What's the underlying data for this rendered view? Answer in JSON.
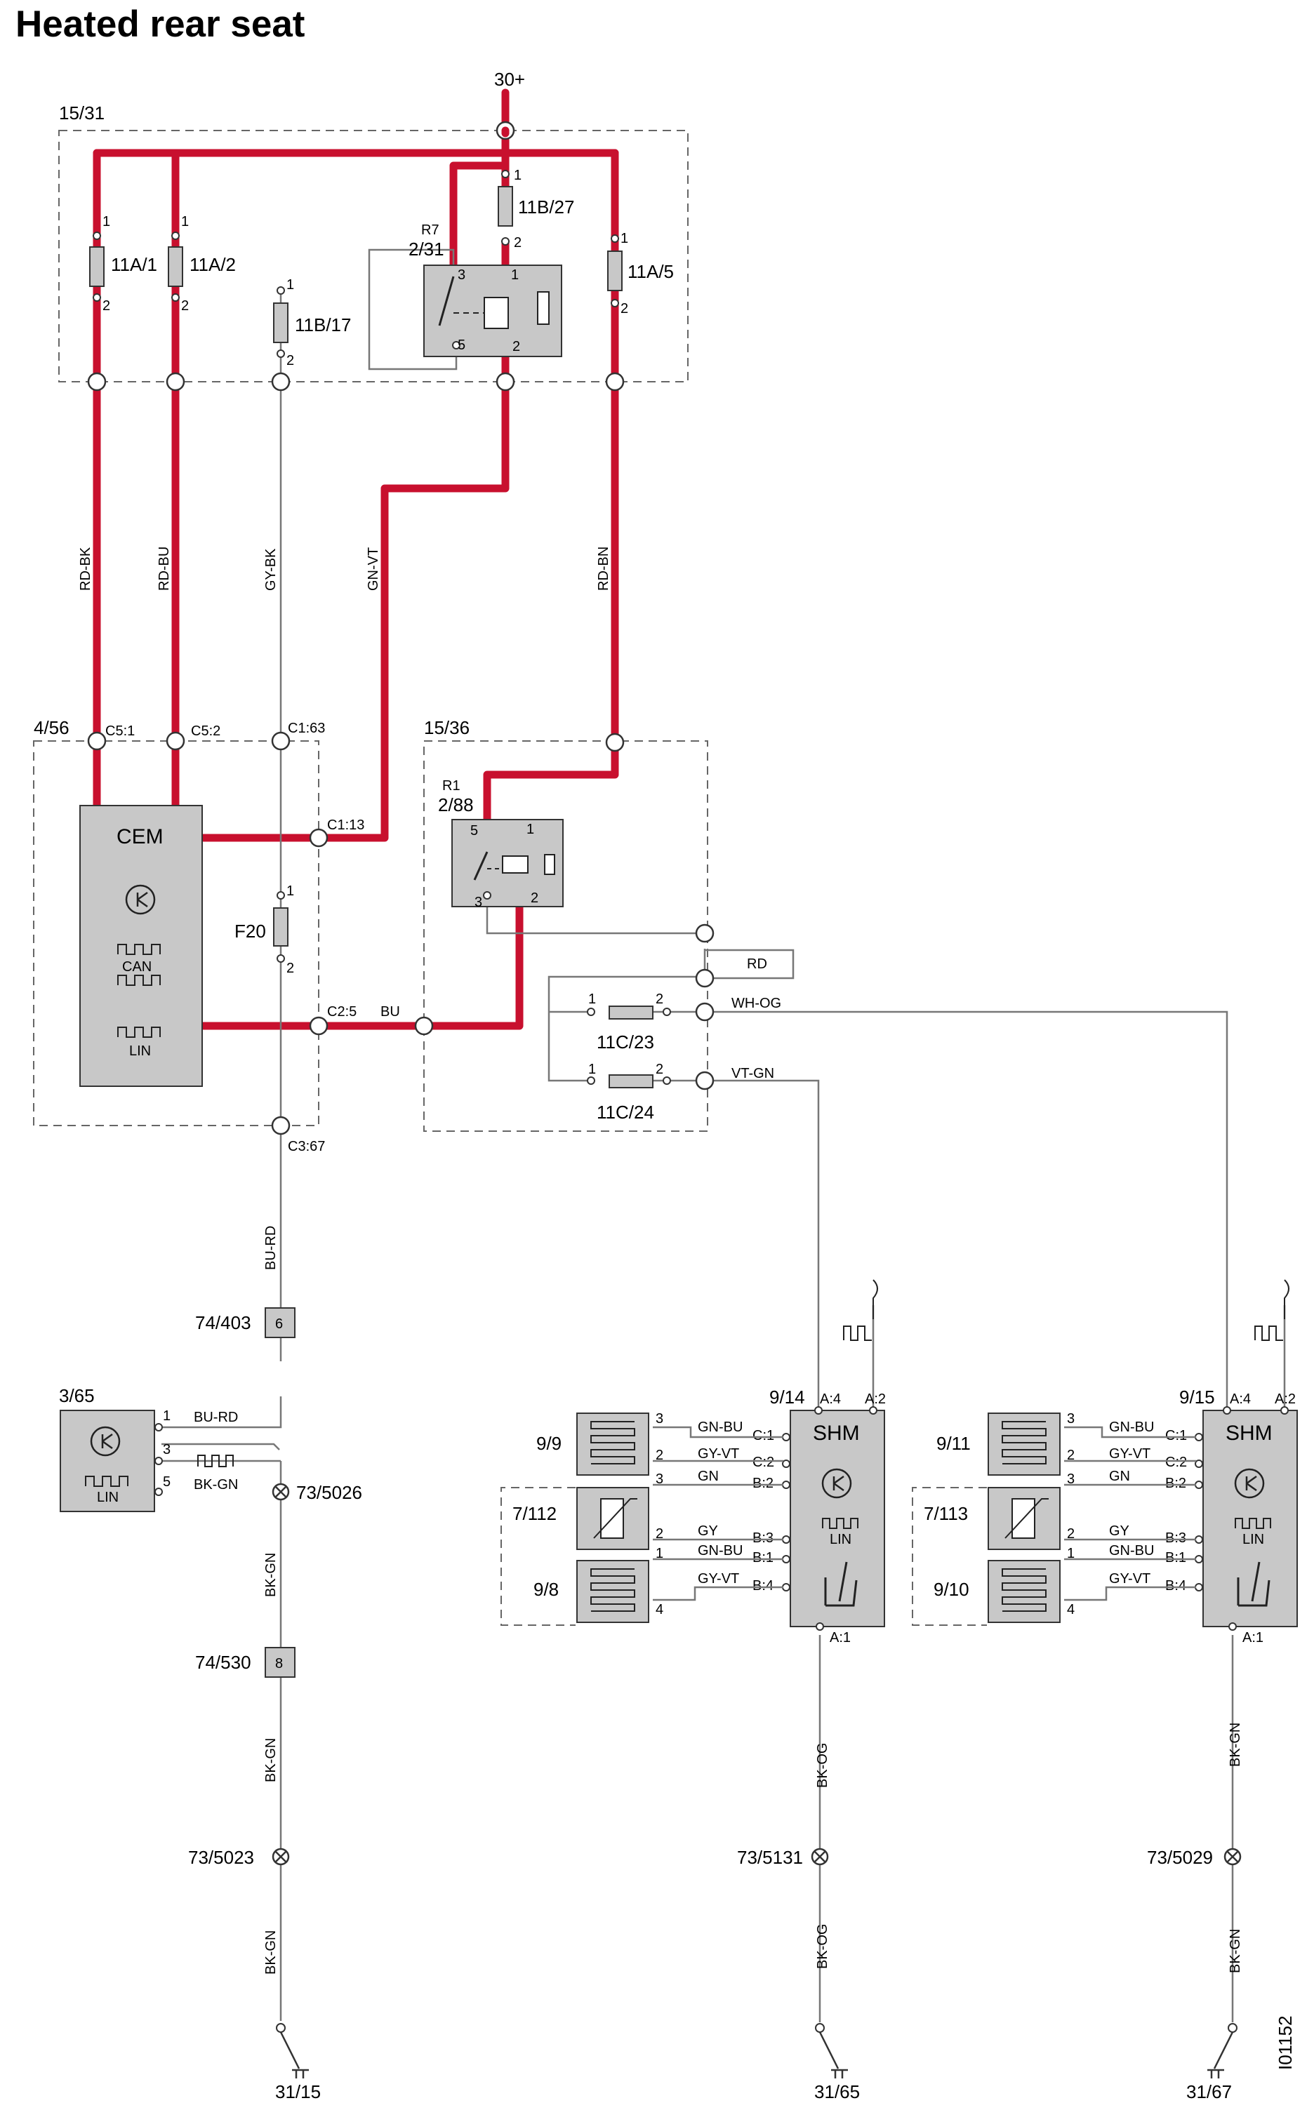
{
  "title": "Heated rear seat",
  "supply": "30+",
  "figure_id": "I01152",
  "boxes": {
    "fuse_box_1": "15/31",
    "cem_box": "4/56",
    "fuse_box_2": "15/36"
  },
  "fuses": {
    "f1": "11A/1",
    "f2": "11A/2",
    "f3": "11B/17",
    "f4": "11B/27",
    "f5": "11A/5",
    "f6": "F20",
    "f7": "11C/23",
    "f8": "11C/24"
  },
  "relays": {
    "r7_label": "R7",
    "r7_id": "2/31",
    "r1_label": "R1",
    "r1_id": "2/88"
  },
  "wires": {
    "w1": "RD-BK",
    "w2": "RD-BU",
    "w3": "GY-BK",
    "w4": "GN-VT",
    "w5": "RD-BN",
    "w6": "BU",
    "w7": "RD",
    "w8": "WH-OG",
    "w9": "VT-GN",
    "w10": "BU-RD",
    "w11": "BU-RD",
    "w12": "BK-GN",
    "w13": "BK-GN",
    "w14": "BK-GN",
    "w15": "BK-GN",
    "w16": "BK-OG",
    "w17": "BK-OG",
    "w18": "BK-GN",
    "w19": "BK-GN",
    "seat_l": [
      "GN-BU",
      "GY-VT",
      "GN",
      "GY",
      "GN-BU",
      "GY-VT"
    ],
    "seat_r": [
      "GN-BU",
      "GY-VT",
      "GN",
      "GY",
      "GN-BU",
      "GY-VT"
    ]
  },
  "cem": {
    "name": "CEM",
    "can": "CAN",
    "lin": "LIN",
    "c5_1": "C5:1",
    "c5_2": "C5:2",
    "c1_63": "C1:63",
    "c1_13": "C1:13",
    "c2_5": "C2:5",
    "c3_67": "C3:67"
  },
  "connectors": {
    "c1": "74/403",
    "c1_pin": "6",
    "c2": "74/530",
    "c2_pin": "8"
  },
  "module_365": {
    "id": "3/65",
    "lin": "LIN",
    "pins": [
      "1",
      "3",
      "5"
    ]
  },
  "grounds": {
    "g1": "73/5026",
    "g2": "73/5023",
    "g3": "73/5131",
    "g4": "73/5029",
    "e1": "31/15",
    "e2": "31/65",
    "e3": "31/67"
  },
  "shm_left": {
    "id": "9/14",
    "name": "SHM",
    "lin": "LIN",
    "a4": "A:4",
    "a2": "A:2",
    "a1": "A:1",
    "pins": [
      "C:1",
      "C:2",
      "B:2",
      "B:3",
      "B:1",
      "B:4"
    ],
    "el1": "9/9",
    "el2": "7/112",
    "el3": "9/8",
    "el_pins": [
      "3",
      "2",
      "3",
      "2",
      "1",
      "4"
    ]
  },
  "shm_right": {
    "id": "9/15",
    "name": "SHM",
    "lin": "LIN",
    "a4": "A:4",
    "a2": "A:2",
    "a1": "A:1",
    "pins": [
      "C:1",
      "C:2",
      "B:2",
      "B:3",
      "B:1",
      "B:4"
    ],
    "el1": "9/11",
    "el2": "7/113",
    "el3": "9/10",
    "el_pins": [
      "3",
      "2",
      "3",
      "2",
      "1",
      "4"
    ]
  },
  "pin_numbers": {
    "one": "1",
    "two": "2",
    "three": "3",
    "five": "5"
  },
  "colors": {
    "power_wire": "#c8102e",
    "signal_wire": "#777777",
    "component_fill": "#c8c8c8"
  }
}
